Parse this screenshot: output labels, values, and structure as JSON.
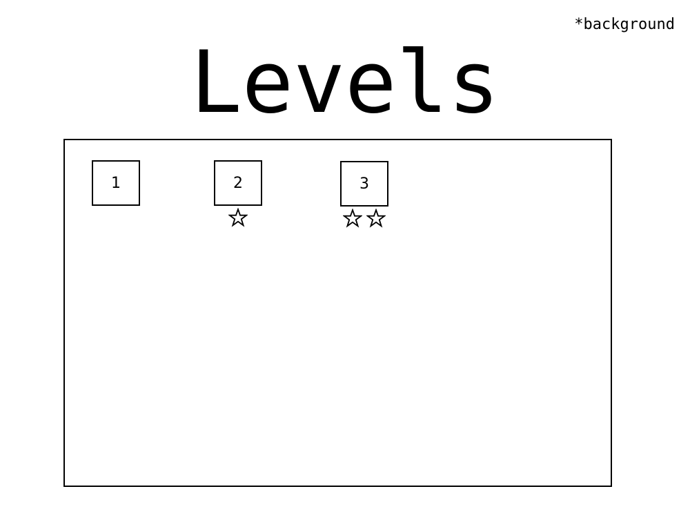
{
  "background_note": "*background",
  "title": "Levels",
  "levels": [
    {
      "label": "1",
      "stars": 0
    },
    {
      "label": "2",
      "stars": 1
    },
    {
      "label": "3",
      "stars": 2
    }
  ],
  "icons": {
    "star": "star-outline-icon"
  },
  "colors": {
    "background": "#ffffff",
    "stroke": "#000000"
  }
}
